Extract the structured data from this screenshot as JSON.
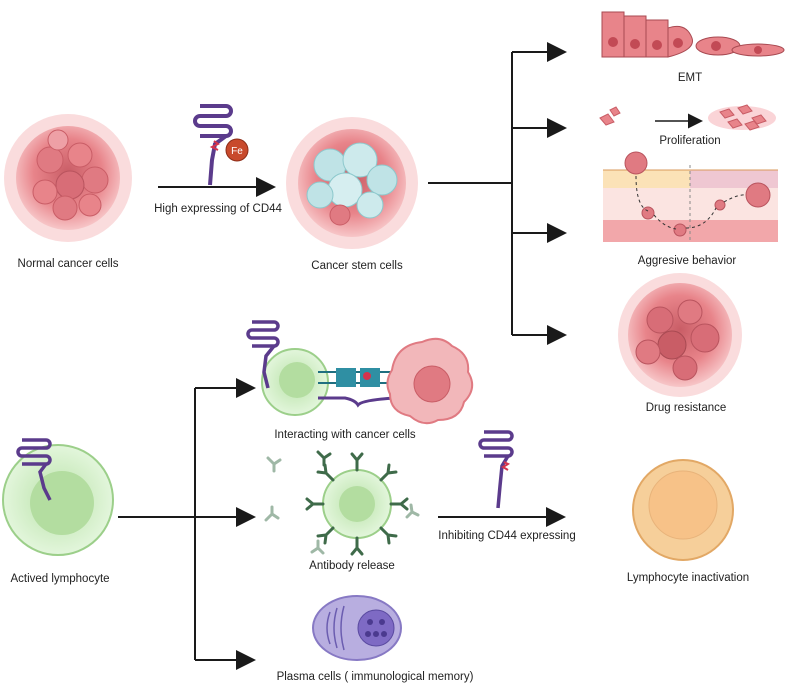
{
  "labels": {
    "normal_cancer_cells": "Normal cancer cells",
    "high_expressing_cd44": "High expressing of CD44",
    "fe": "Fe",
    "cancer_stem_cells": "Cancer stem cells",
    "emt": "EMT",
    "proliferation": "Proliferation",
    "aggressive_behavior": "Aggresive behavior",
    "drug_resistance": "Drug resistance",
    "actived_lymphocyte": "Actived lymphocyte",
    "interacting": "Interacting with cancer cells",
    "antibody_release": "Antibody release",
    "plasma_cells": "Plasma cells ( immunological memory)",
    "inhibiting_cd44": "Inhibiting CD44 expressing",
    "lymphocyte_inactivation": "Lymphocyte inactivation"
  },
  "colors": {
    "arrow": "#1a1a1a",
    "cancer_cell": "#e8848a",
    "cancer_cell_dark": "#c95d66",
    "stem_cell": "#bfe3e6",
    "cd44_receptor": "#5b3b8c",
    "iron": "#c84a2c",
    "lymphocyte": "#d4f0c8",
    "antibody": "#3f6b4a",
    "plasma_cell": "#b8aee0",
    "inactive_cell": "#f6cf9a"
  }
}
